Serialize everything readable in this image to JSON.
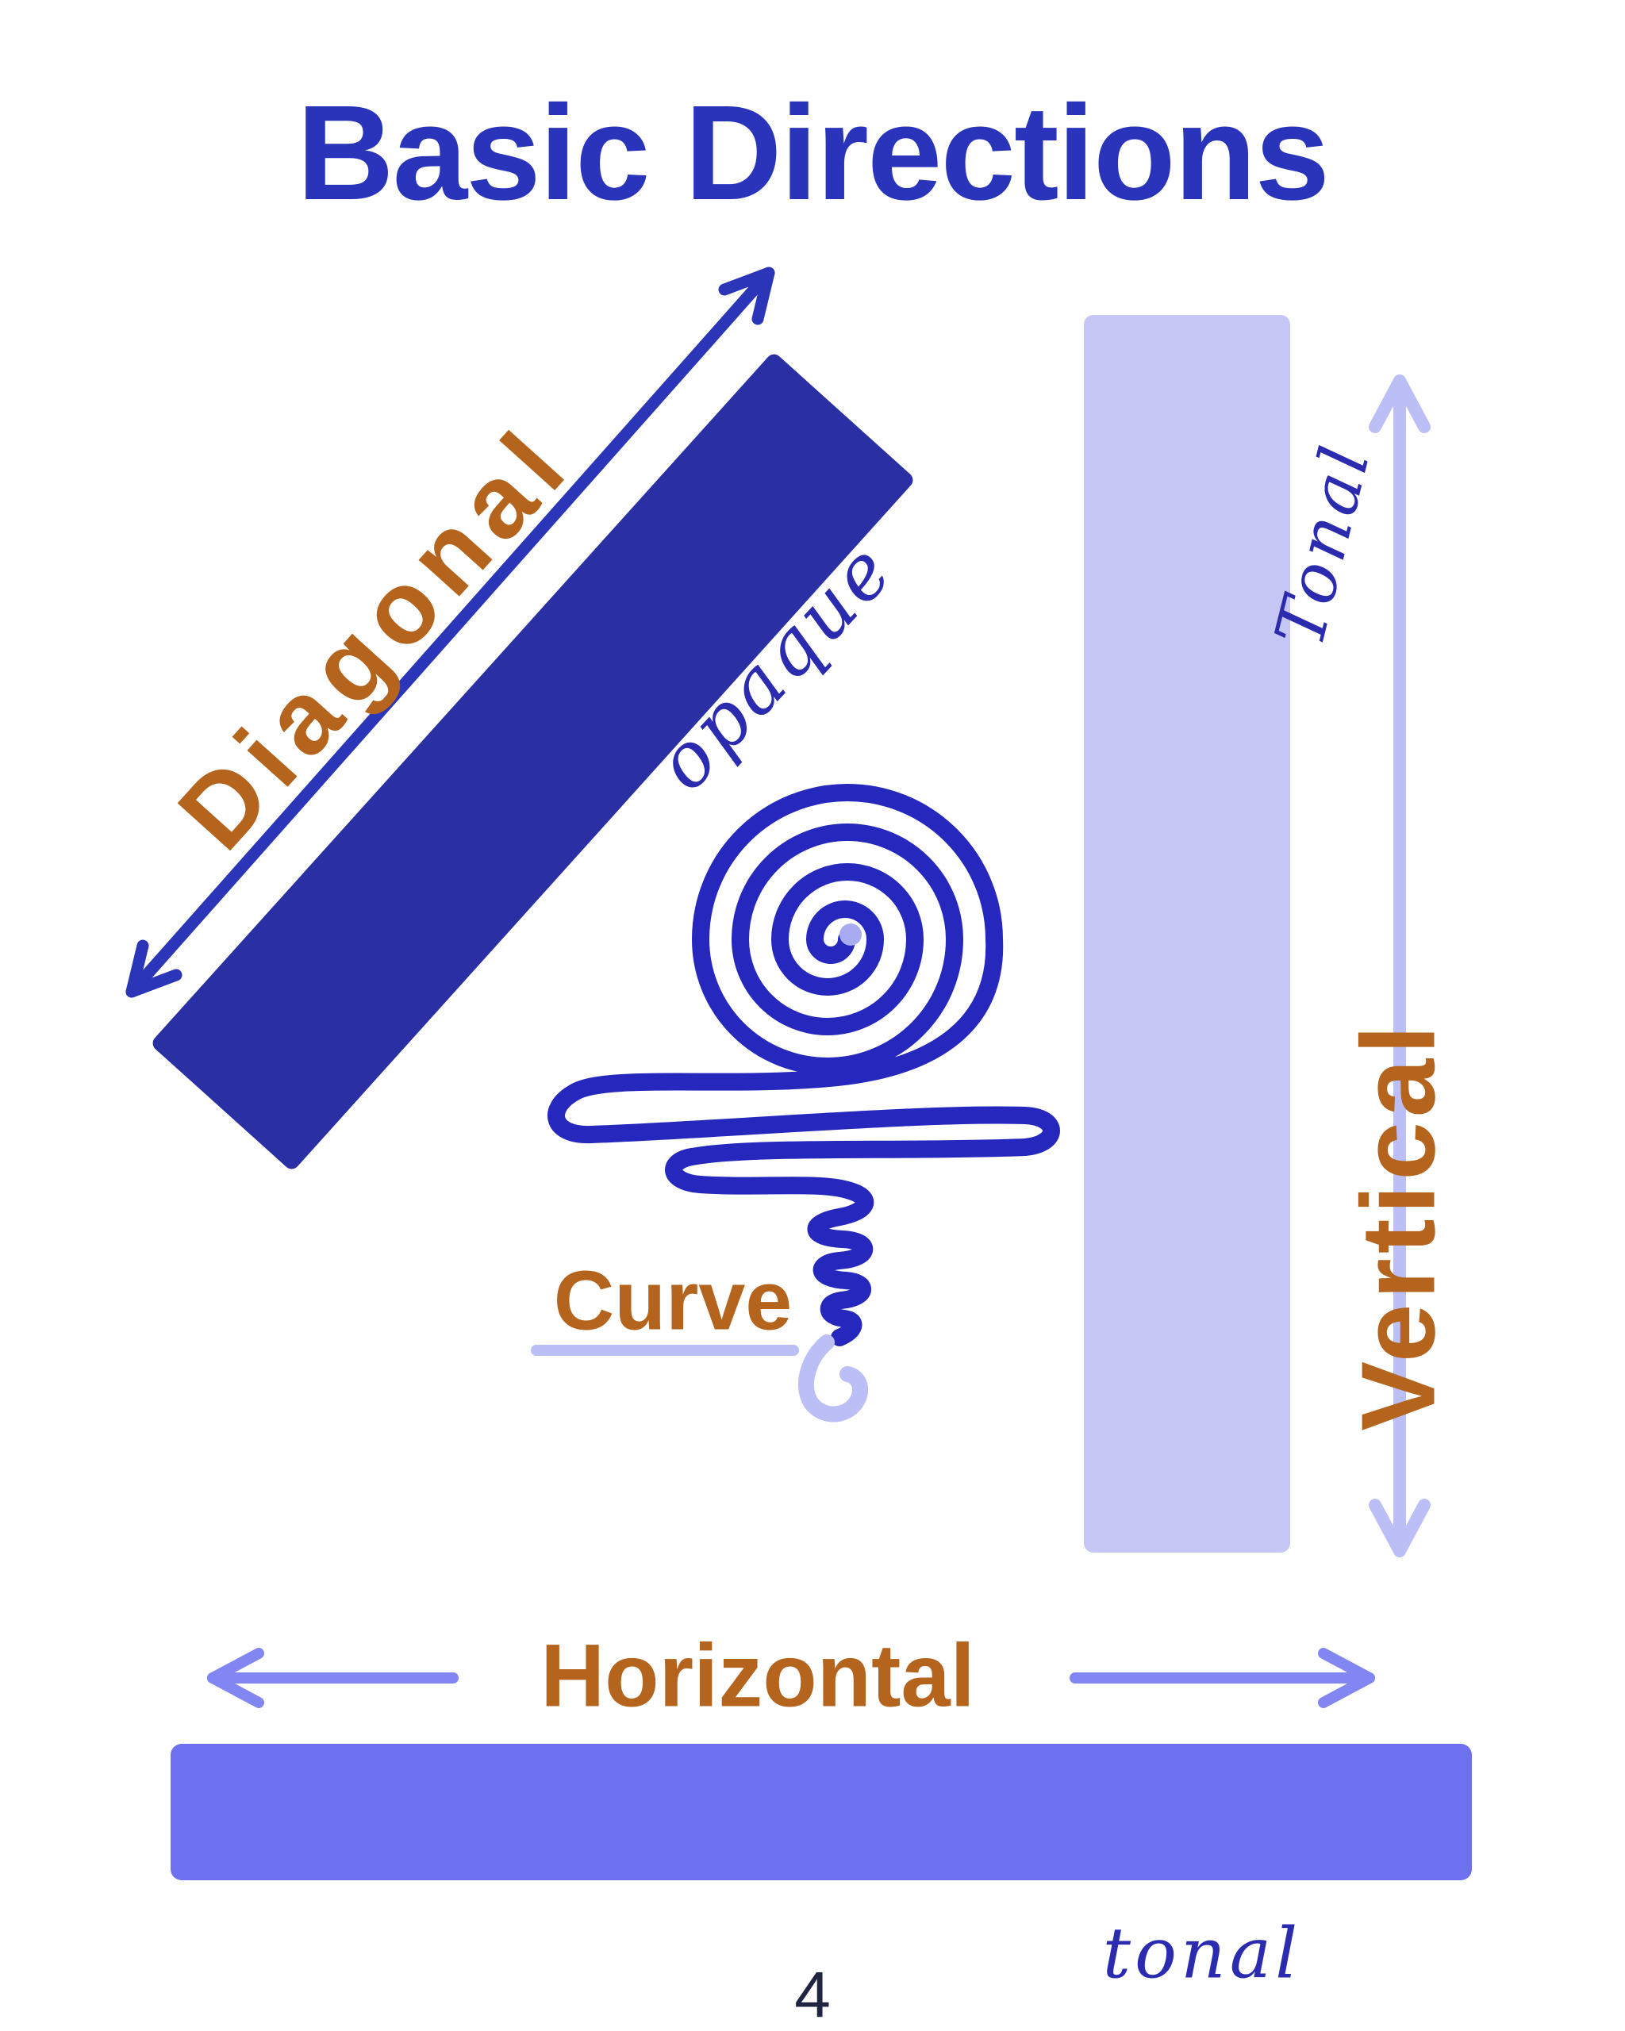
{
  "page": {
    "title": "Basic Directions",
    "page_number": "4"
  },
  "labels": {
    "diagonal": "Diagonal",
    "opaque": "opaque",
    "tonal_vertical": "Tonal",
    "vertical": "Vertical",
    "curve": "Curve",
    "horizontal": "Horizontal",
    "tonal_horizontal": "tonal"
  },
  "colors": {
    "title_blue": "#2a34bb",
    "deep_blue_bar": "#2a2fa3",
    "spiral_blue": "#2527bd",
    "periwinkle_bar": "#6e71ef",
    "periwinkle_arrow": "#8286f2",
    "lavender_bar": "#c5c6f4",
    "lavender_accent": "#bcbef6",
    "label_orange": "#b5641e",
    "handwriting_blue": "#2b2bb0"
  }
}
